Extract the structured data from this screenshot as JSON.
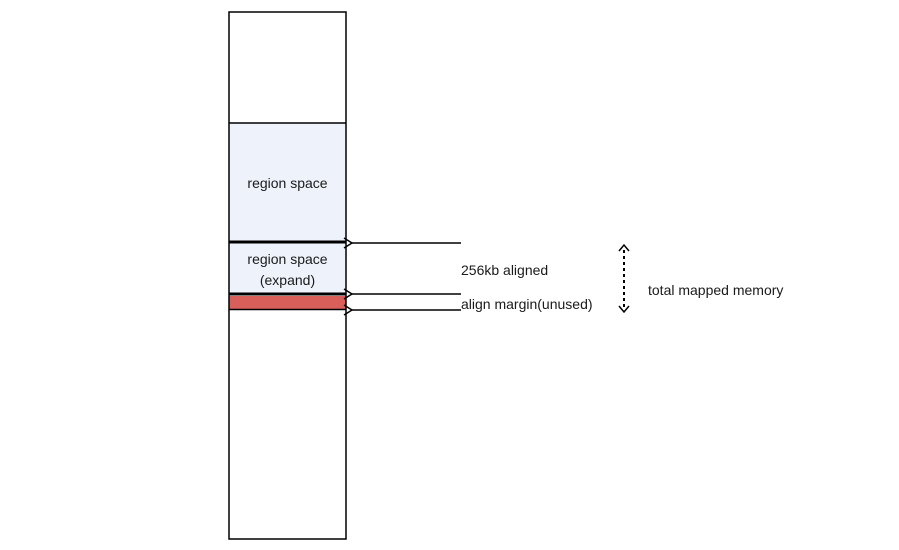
{
  "diagram": {
    "blocks": {
      "region_space": "region space",
      "region_space_expand_line1": "region space",
      "region_space_expand_line2": "(expand)"
    },
    "annotations": {
      "aligned": "256kb aligned",
      "align_margin": "align margin(unused)",
      "total_mapped": "total mapped memory"
    },
    "colors": {
      "region_fill": "#eef3fb",
      "margin_fill": "#d9605a",
      "stroke": "#000000"
    }
  }
}
